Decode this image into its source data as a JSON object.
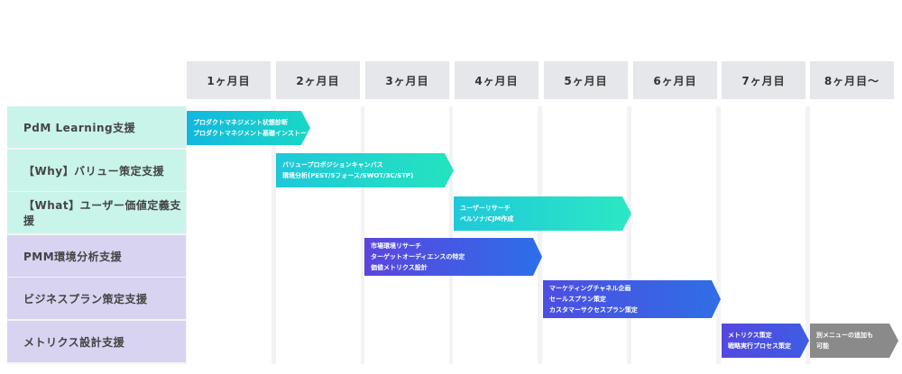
{
  "months": [
    "1ヶ月目",
    "2ヶ月目",
    "3ヶ月目",
    "4ヶ月目",
    "5ヶ月目",
    "6ヶ月目",
    "7ヶ月目",
    "8ヶ月目〜"
  ],
  "rows": [
    {
      "label": "PdM Learning支援",
      "group": "teal"
    },
    {
      "label": "【Why】バリュー策定支援",
      "group": "teal"
    },
    {
      "label": "【What】ユーザー価値定義支援",
      "group": "teal"
    },
    {
      "label": "PMM環境分析支援",
      "group": "purple"
    },
    {
      "label": "ビジネスプラン策定支援",
      "group": "purple"
    },
    {
      "label": "メトリクス設計支援",
      "group": "purple"
    }
  ],
  "tasks": [
    {
      "lines": [
        "プロダクトマネジメント状態診断",
        "プロダクトマネジメント基礎インストール"
      ]
    },
    {
      "lines": [
        "バリュープロポジションキャンバス",
        "環境分析(PEST/5フォース/SWOT/3C/STP)"
      ]
    },
    {
      "lines": [
        "ユーザーリサーチ",
        "ペルソナ/CJM作成"
      ]
    },
    {
      "lines": [
        "市場環境リサーチ",
        "ターゲットオーディエンスの特定",
        "価値メトリクス設計"
      ]
    },
    {
      "lines": [
        "マーケティングチャネル企画",
        "セールスプラン策定",
        "カスタマーサクセスプラン策定"
      ]
    },
    {
      "lines": [
        "メトリクス策定",
        "戦略実行プロセス策定"
      ]
    },
    {
      "lines": [
        "別メニューの追加も",
        "可能"
      ]
    }
  ],
  "colors": {
    "month_header_bg": "#e6e7eb",
    "teal_row_bg": "#c9f4ea",
    "purple_row_bg": "#d7d3f0",
    "teal_bar": "#19d8c6",
    "purple_bar": "#5448df",
    "gray_bar": "#8a8a8a"
  }
}
